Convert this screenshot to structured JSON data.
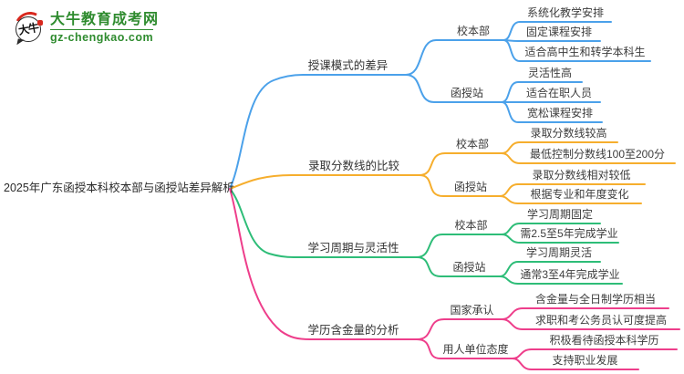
{
  "logo": {
    "badge_text": "大牛",
    "brand": "大牛教育成考网",
    "domain": "gz-chengkao.com",
    "brand_color": "#2e8b2e",
    "accent_red": "#d8281e"
  },
  "root": {
    "label": "2025年广东函授本科校本部与函授站差异解析"
  },
  "colors": {
    "branch_blue": "#4ba1ea",
    "branch_orange": "#f6ae2d",
    "branch_green": "#2ebd78",
    "branch_pink": "#ee3e8b",
    "text": "#3a3a3a"
  },
  "branches": [
    {
      "label": "授课模式的差异",
      "color": "#4ba1ea",
      "children": [
        {
          "label": "校本部",
          "children": [
            {
              "label": "系统化教学安排"
            },
            {
              "label": "固定课程安排"
            },
            {
              "label": "适合高中生和转学本科生"
            }
          ]
        },
        {
          "label": "函授站",
          "children": [
            {
              "label": "灵活性高"
            },
            {
              "label": "适合在职人员"
            },
            {
              "label": "宽松课程安排"
            }
          ]
        }
      ]
    },
    {
      "label": "录取分数线的比较",
      "color": "#f6ae2d",
      "children": [
        {
          "label": "校本部",
          "children": [
            {
              "label": "录取分数线较高"
            },
            {
              "label": "最低控制分数线100至200分"
            }
          ]
        },
        {
          "label": "函授站",
          "children": [
            {
              "label": "录取分数线相对较低"
            },
            {
              "label": "根据专业和年度变化"
            }
          ]
        }
      ]
    },
    {
      "label": "学习周期与灵活性",
      "color": "#2ebd78",
      "children": [
        {
          "label": "校本部",
          "children": [
            {
              "label": "学习周期固定"
            },
            {
              "label": "需2.5至5年完成学业"
            }
          ]
        },
        {
          "label": "函授站",
          "children": [
            {
              "label": "学习周期灵活"
            },
            {
              "label": "通常3至4年完成学业"
            }
          ]
        }
      ]
    },
    {
      "label": "学历含金量的分析",
      "color": "#ee3e8b",
      "children": [
        {
          "label": "国家承认",
          "children": [
            {
              "label": "含金量与全日制学历相当"
            },
            {
              "label": "求职和考公务员认可度提高"
            }
          ]
        },
        {
          "label": "用人单位态度",
          "children": [
            {
              "label": "积极看待函授本科学历"
            },
            {
              "label": "支持职业发展"
            }
          ]
        }
      ]
    }
  ]
}
